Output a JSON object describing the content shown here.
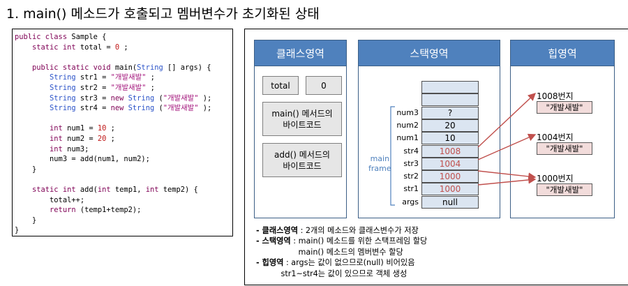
{
  "title": "1. main() 메소드가 호출되고 멤버변수가 초기화된 상태",
  "code": {
    "lines": [
      [
        [
          "kw",
          "public class"
        ],
        [
          "",
          "Sample {"
        ]
      ],
      [
        [
          "",
          "    "
        ],
        [
          "kw",
          "static int"
        ],
        [
          "",
          "total = "
        ],
        [
          "nu",
          "0"
        ],
        [
          "",
          ";"
        ]
      ],
      [
        [
          "",
          ""
        ]
      ],
      [
        [
          "",
          "    "
        ],
        [
          "kw",
          "public static void"
        ],
        [
          "",
          "main("
        ],
        [
          "ty",
          "String"
        ],
        [
          "",
          "[] args) {"
        ]
      ],
      [
        [
          "",
          "        "
        ],
        [
          "ty",
          "String"
        ],
        [
          "",
          "str1 = "
        ],
        [
          "st",
          "\"개발새발\""
        ],
        [
          "",
          ";"
        ]
      ],
      [
        [
          "",
          "        "
        ],
        [
          "ty",
          "String"
        ],
        [
          "",
          "str2 = "
        ],
        [
          "st",
          "\"개발새발\""
        ],
        [
          "",
          ";"
        ]
      ],
      [
        [
          "",
          "        "
        ],
        [
          "ty",
          "String"
        ],
        [
          "",
          "str3 = "
        ],
        [
          "kw",
          "new"
        ],
        [
          "",
          ""
        ],
        [
          "ty",
          "String"
        ],
        [
          "",
          "("
        ],
        [
          "st",
          "\"개발새발\""
        ],
        [
          "",
          ");"
        ]
      ],
      [
        [
          "",
          "        "
        ],
        [
          "ty",
          "String"
        ],
        [
          "",
          "str4 = "
        ],
        [
          "kw",
          "new"
        ],
        [
          "",
          ""
        ],
        [
          "ty",
          "String"
        ],
        [
          "",
          "("
        ],
        [
          "st",
          "\"개발새발\""
        ],
        [
          "",
          ");"
        ]
      ],
      [
        [
          "",
          ""
        ]
      ],
      [
        [
          "",
          "        "
        ],
        [
          "kw",
          "int"
        ],
        [
          "",
          "num1 = "
        ],
        [
          "nu",
          "10"
        ],
        [
          "",
          ";"
        ]
      ],
      [
        [
          "",
          "        "
        ],
        [
          "kw",
          "int"
        ],
        [
          "",
          "num2 = "
        ],
        [
          "nu",
          "20"
        ],
        [
          "",
          ";"
        ]
      ],
      [
        [
          "",
          "        "
        ],
        [
          "kw",
          "int"
        ],
        [
          "",
          "num3;"
        ]
      ],
      [
        [
          "",
          "        num3 = add(num1, num2);"
        ]
      ],
      [
        [
          "",
          "    }"
        ]
      ],
      [
        [
          "",
          ""
        ]
      ],
      [
        [
          "",
          "    "
        ],
        [
          "kw",
          "static int"
        ],
        [
          "",
          "add("
        ],
        [
          "kw",
          "int"
        ],
        [
          "",
          "temp1, "
        ],
        [
          "kw",
          "int"
        ],
        [
          "",
          "temp2) {"
        ]
      ],
      [
        [
          "",
          "        total++;"
        ]
      ],
      [
        [
          "",
          "        "
        ],
        [
          "kw",
          "return"
        ],
        [
          "",
          "(temp1+temp2);"
        ]
      ],
      [
        [
          "",
          "    }"
        ]
      ],
      [
        [
          "",
          "}"
        ]
      ]
    ]
  },
  "class_area": {
    "header": "클래스영역",
    "total_label": "total",
    "total_value": "0",
    "main_bytecode": "main() 메서드의\n바이트코드",
    "add_bytecode": "add() 메서드의\n바이트코드"
  },
  "stack_area": {
    "header": "스택영역",
    "frame_label": "main\nframe",
    "cells": [
      {
        "label": "",
        "value": ""
      },
      {
        "label": "",
        "value": ""
      },
      {
        "label": "num3",
        "value": "?"
      },
      {
        "label": "num2",
        "value": "20"
      },
      {
        "label": "num1",
        "value": "10"
      },
      {
        "label": "str4",
        "value": "1008"
      },
      {
        "label": "str3",
        "value": "1004"
      },
      {
        "label": "str2",
        "value": "1000"
      },
      {
        "label": "str1",
        "value": "1000"
      },
      {
        "label": "args",
        "value": "null"
      }
    ]
  },
  "heap_area": {
    "header": "힙영역",
    "objects": [
      {
        "address": "1008번지",
        "value": "\"개발새발\""
      },
      {
        "address": "1004번지",
        "value": "\"개발새발\""
      },
      {
        "address": "1000번지",
        "value": "\"개발새발\""
      }
    ]
  },
  "notes": [
    {
      "term": "- 클래스영역",
      "text": " : 2개의 메소드와 클래스변수가 저장"
    },
    {
      "term": "- 스택영역",
      "text": " : main() 메소드를 위한 스택프레임 할당"
    },
    {
      "term": "",
      "text": "                 main() 메소드의 멤버변수 할당"
    },
    {
      "term": "- 힙영역",
      "text": " : args는 값이 없으므로(null) 비어있음"
    },
    {
      "term": "",
      "text": "          str1~str4는 값이 있으므로 객체 생성"
    }
  ],
  "colors": {
    "header_fill": "#4f81bd",
    "stack_cell_fill": "#dbe5f1",
    "heap_value_fill": "#f2dcdb",
    "arrow": "#c0504d",
    "code_keyword": "#7f0055",
    "code_type": "#2a52c8",
    "code_string": "#a2127a"
  }
}
